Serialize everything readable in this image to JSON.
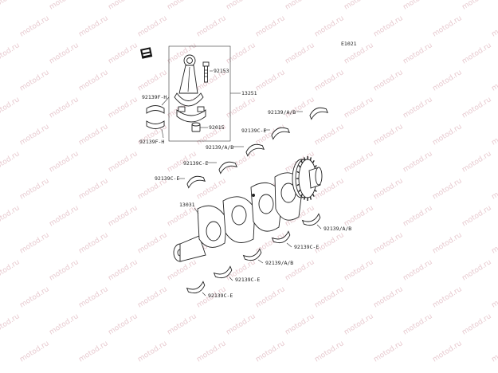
{
  "figure_code": "E1021",
  "watermark": "motod.ru",
  "part_numbers": {
    "bolt": "92153",
    "connecting_rod_assembly": "13251",
    "nut": "92015",
    "rod_bearing_upper": "92139F-H",
    "rod_bearing_lower": "92139F-H",
    "crankshaft": "13031",
    "main_bearing_1": "92139/A/B",
    "main_bearing_2": "92139C-E",
    "main_bearing_3": "92139/A/B",
    "main_bearing_4": "92139C-E",
    "main_bearing_5": "92139C-E",
    "main_bearing_6": "92139/A/B",
    "main_bearing_7": "92139C-E",
    "main_bearing_8": "92139/A/B",
    "main_bearing_9": "92139C-E",
    "main_bearing_10": "92139C-E"
  },
  "icons": {
    "kit_marker": "hand-pointer-icon"
  }
}
